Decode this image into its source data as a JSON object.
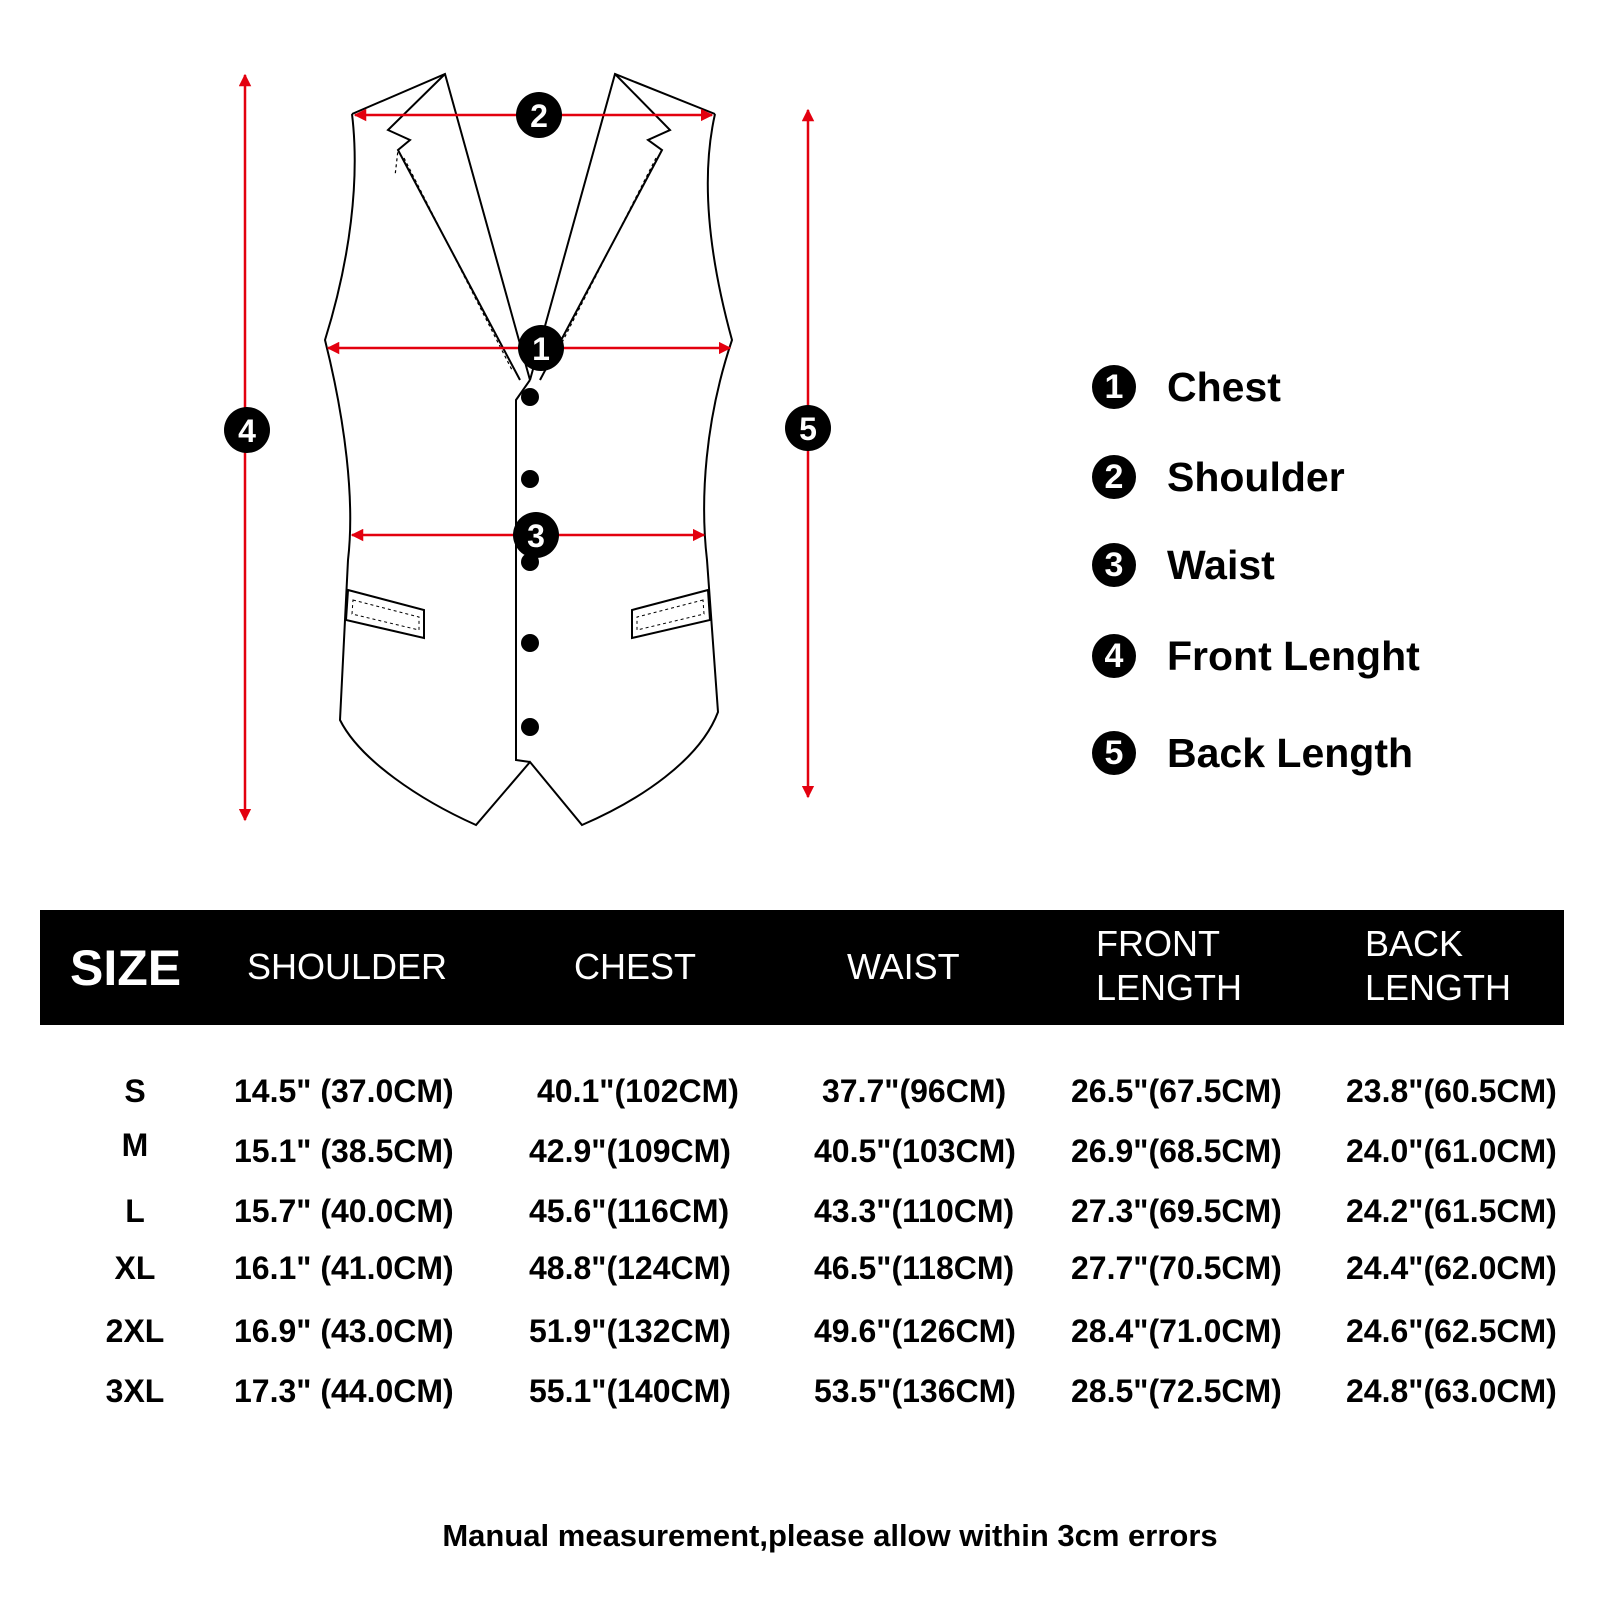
{
  "diagram": {
    "markers": [
      "1",
      "2",
      "3",
      "4",
      "5"
    ],
    "accent_color": "#e3000f"
  },
  "legend": [
    {
      "num": "1",
      "label": "Chest"
    },
    {
      "num": "2",
      "label": "Shoulder"
    },
    {
      "num": "3",
      "label": "Waist"
    },
    {
      "num": "4",
      "label": "Front Lenght"
    },
    {
      "num": "5",
      "label": "Back Length"
    }
  ],
  "table": {
    "headers": {
      "size": "SIZE",
      "shoulder": "SHOULDER",
      "chest": "CHEST",
      "waist": "WAIST",
      "front_line1": "FRONT",
      "front_line2": "LENGTH",
      "back_line1": "BACK",
      "back_line2": "LENGTH"
    },
    "rows": [
      {
        "size": "S",
        "shoulder": "14.5\" (37.0CM)",
        "chest": "40.1\"(102CM)",
        "waist": "37.7\"(96CM)",
        "front": "26.5\"(67.5CM)",
        "back": "23.8\"(60.5CM)"
      },
      {
        "size": "M",
        "shoulder": "15.1\" (38.5CM)",
        "chest": "42.9\"(109CM)",
        "waist": "40.5\"(103CM)",
        "front": "26.9\"(68.5CM)",
        "back": "24.0\"(61.0CM)"
      },
      {
        "size": "L",
        "shoulder": "15.7\" (40.0CM)",
        "chest": "45.6\"(116CM)",
        "waist": "43.3\"(110CM)",
        "front": "27.3\"(69.5CM)",
        "back": "24.2\"(61.5CM)"
      },
      {
        "size": "XL",
        "shoulder": "16.1\" (41.0CM)",
        "chest": "48.8\"(124CM)",
        "waist": "46.5\"(118CM)",
        "front": "27.7\"(70.5CM)",
        "back": "24.4\"(62.0CM)"
      },
      {
        "size": "2XL",
        "shoulder": "16.9\" (43.0CM)",
        "chest": "51.9\"(132CM)",
        "waist": "49.6\"(126CM)",
        "front": "28.4\"(71.0CM)",
        "back": "24.6\"(62.5CM)"
      },
      {
        "size": "3XL",
        "shoulder": "17.3\" (44.0CM)",
        "chest": "55.1\"(140CM)",
        "waist": "53.5\"(136CM)",
        "front": "28.5\"(72.5CM)",
        "back": "24.8\"(63.0CM)"
      }
    ]
  },
  "footnote": "Manual measurement,please allow within 3cm errors"
}
